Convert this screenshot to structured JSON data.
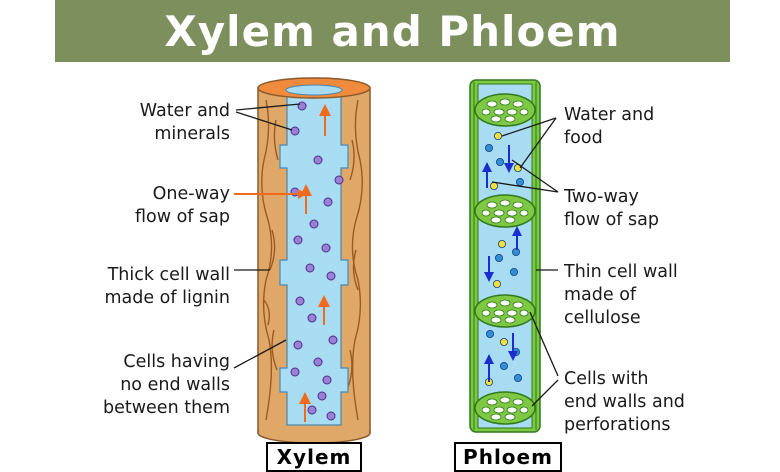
{
  "title": "Xylem and Phloem",
  "xylem": {
    "caption": "Xylem",
    "labels": {
      "water_minerals": "Water and\nminerals",
      "one_way": "One-way\nflow of sap",
      "thick_wall": "Thick cell wall\nmade of lignin",
      "no_end_walls": "Cells having\nno end walls\nbetween them"
    }
  },
  "phloem": {
    "caption": "Phloem",
    "labels": {
      "water_food": "Water and\nfood",
      "two_way": "Two-way\nflow of sap",
      "thin_wall": "Thin cell wall\nmade of\ncellulose",
      "end_walls": "Cells with\nend walls and\nperforations"
    }
  },
  "colors": {
    "banner": "#7d8f5c",
    "wood": "#e0a868",
    "wood_top": "#f08a3c",
    "lumen": "#a8dcf2",
    "phloem_wall": "#7ec843",
    "particle_purple": "#9b7fd4",
    "particle_blue": "#2f8fd8",
    "particle_yellow": "#f4e13c",
    "arrow_orange": "#f36a1c",
    "arrow_blue": "#1a2ed0",
    "pointer_orange": "#f36a1c"
  }
}
